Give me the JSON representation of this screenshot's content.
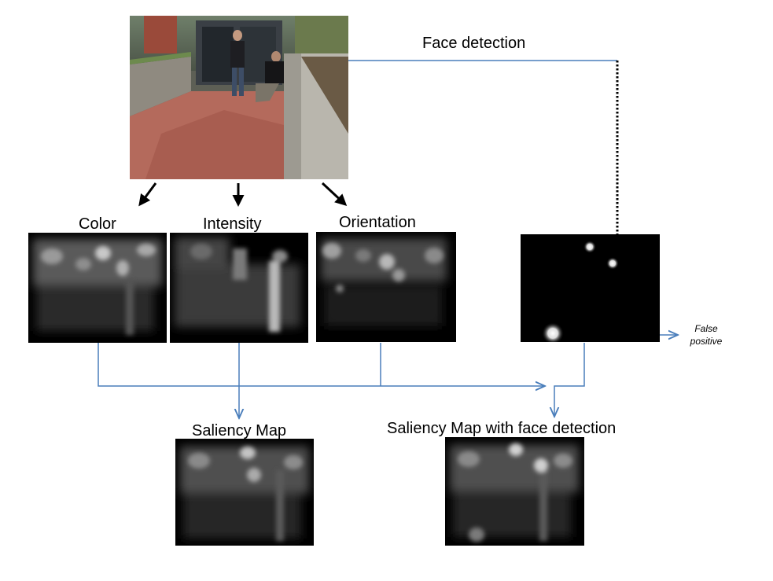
{
  "labels": {
    "face_detection": "Face detection",
    "color": "Color",
    "intensity": "Intensity",
    "orientation": "Orientation",
    "saliency_map": "Saliency Map",
    "saliency_face": "Saliency Map with face  detection",
    "false_positive_line1": "False",
    "false_positive_line2": "positive"
  },
  "colors": {
    "connector": "#4a7ebb",
    "pipeline_arrow": "#000000",
    "map_background": "#000000"
  }
}
